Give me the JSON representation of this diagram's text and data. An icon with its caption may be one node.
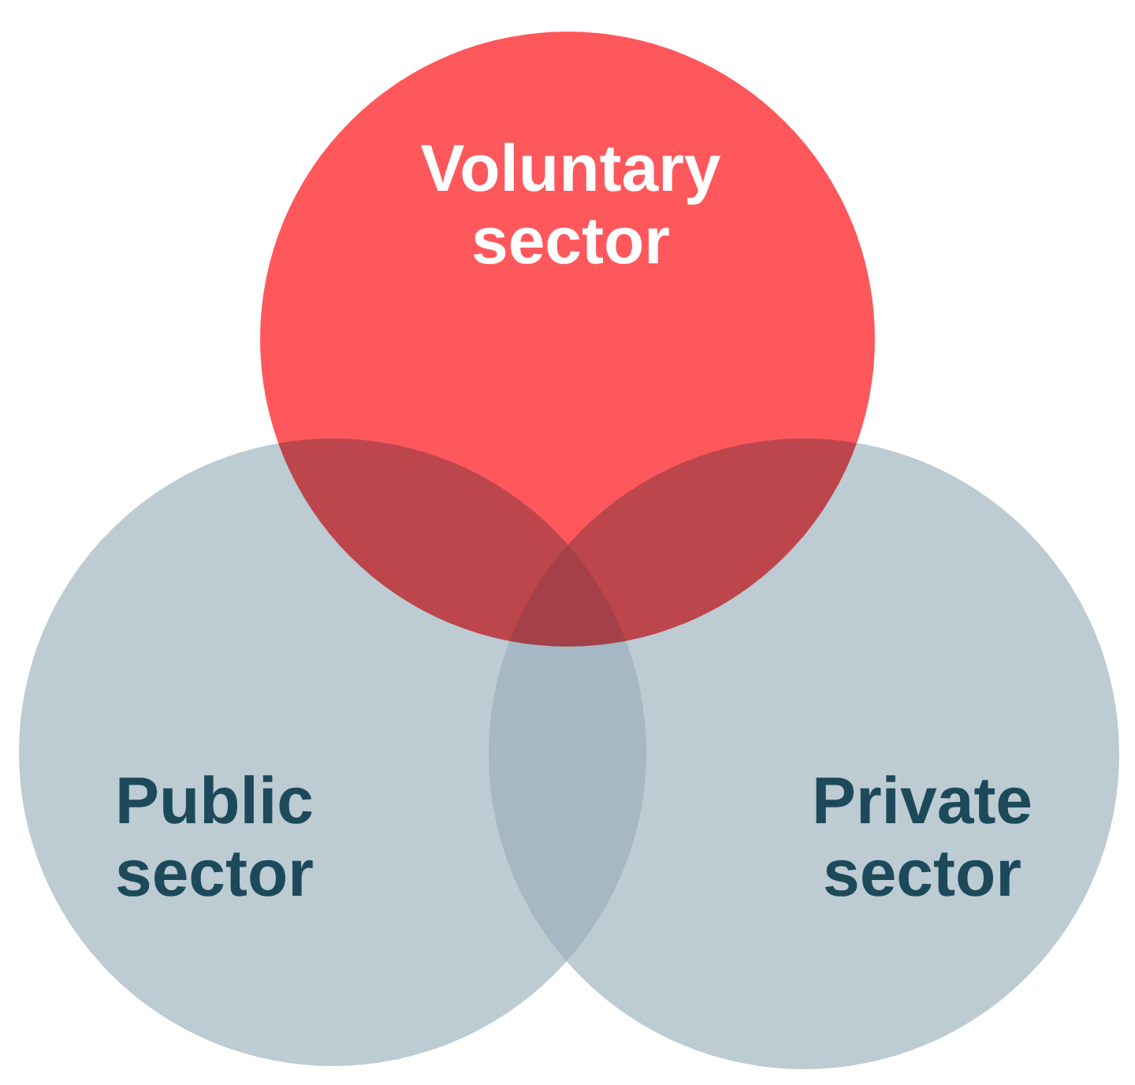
{
  "diagram": {
    "nodes": [
      {
        "text": [
          "Voluntary sector"
        ]
      },
      {
        "text": [
          "Public sector"
        ]
      },
      {
        "text": [
          "Private sector"
        ]
      }
    ]
  }
}
